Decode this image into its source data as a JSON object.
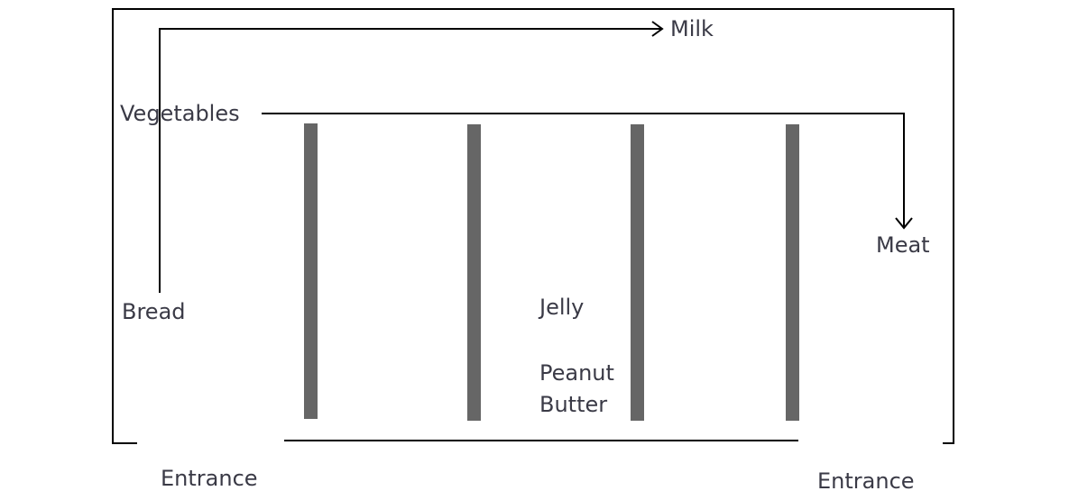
{
  "labels": {
    "milk": "Milk",
    "vegetables": "Vegetables",
    "meat": "Meat",
    "bread": "Bread",
    "jelly": "Jelly",
    "peanut_butter_line1": "Peanut",
    "peanut_butter_line2": "Butter",
    "entrance_left": "Entrance",
    "entrance_right": "Entrance"
  },
  "colors": {
    "outline": "#000000",
    "aisle": "#666666",
    "text": "#3a3a46"
  }
}
